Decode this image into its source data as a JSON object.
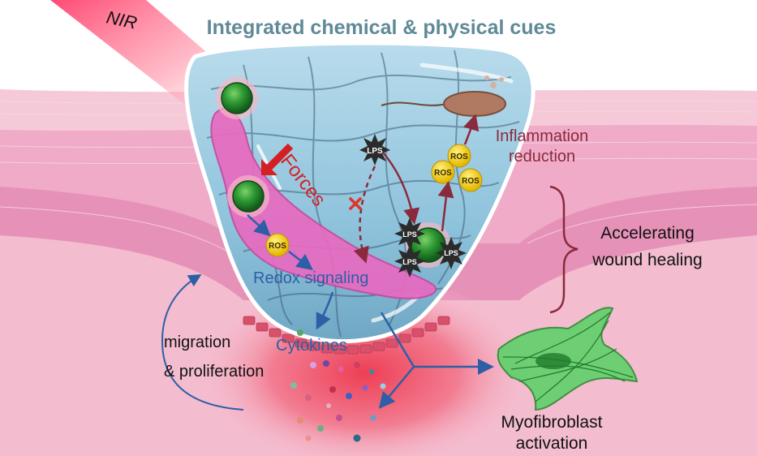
{
  "title": "Integrated chemical & physical cues",
  "labels": {
    "nir": "NIR",
    "forces": "Forces",
    "lps": "LPS",
    "ros": "ROS",
    "redox": "Redox signaling",
    "cytokines": "Cytokines",
    "inflammation_line1": "Inflammation",
    "inflammation_line2": "reduction",
    "accelerating_line1": "Accelerating",
    "accelerating_line2": "wound healing",
    "migration_line1": "migration",
    "migration_line2": "& proliferation",
    "myofibroblast_line1": "Myofibroblast",
    "myofibroblast_line2": "activation"
  },
  "colors": {
    "title": "#5f8a97",
    "dark_red": "#8a2a3c",
    "blue": "#2d5fa6",
    "nir_beam": "#ff4f73",
    "skin": "#e89bbd",
    "ros_yellow": "#f4d21f",
    "cell_magenta": "#e86ac0",
    "myofibroblast_green": "#3dbb45"
  }
}
